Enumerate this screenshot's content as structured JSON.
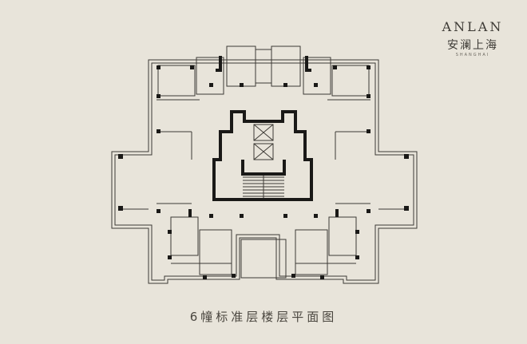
{
  "brand": {
    "name_en": "ANLAN",
    "name_cn": "安澜上海",
    "name_sub": "SHANGHAI"
  },
  "caption": "6幢标准层楼层平面图",
  "colors": {
    "background": "#e8e4da",
    "line": "#3d3a35",
    "heavy_wall": "#1a1917"
  }
}
